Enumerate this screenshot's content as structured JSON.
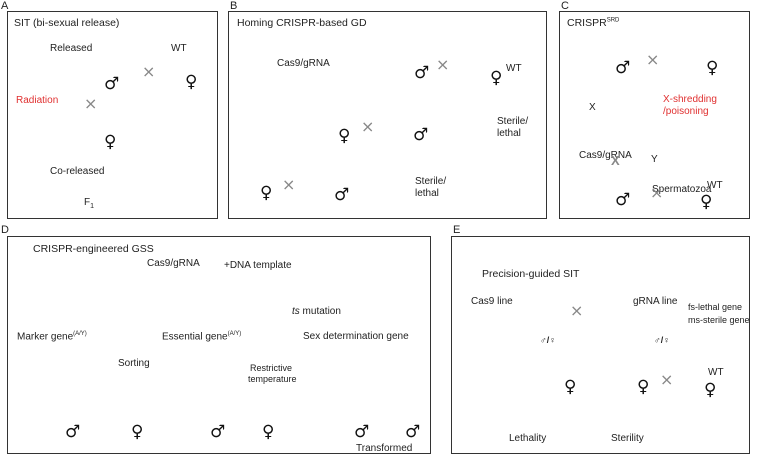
{
  "colors": {
    "red_fly": "#e63333",
    "yellow_fly": "#f2ef3a",
    "green_fly": "#6fc25a",
    "pale_fly": "#dde7f2",
    "orange_fly": "#f0a020",
    "accent_red": "#e03030"
  },
  "panels": {
    "A": {
      "letter": "A",
      "title": "SIT (bi-sexual release)",
      "released": "Released",
      "wt": "WT",
      "radiation": "Radiation",
      "co_released": "Co-released",
      "f1": "F",
      "f1_sub": "1"
    },
    "B": {
      "letter": "B",
      "title": "Homing CRISPR-based GD",
      "cas9": "Cas9/gRNA",
      "wt": "WT",
      "sterile1": "Sterile/",
      "lethal1": "lethal",
      "sterile2": "Sterile/",
      "lethal2": "lethal"
    },
    "C": {
      "letter": "C",
      "title": "CRISPR",
      "title_sup": "SRD",
      "xshred1": "X-shredding",
      "xshred2": "/poisoning",
      "x": "X",
      "cas9": "Cas9/gRNA",
      "xbig": "X",
      "y": "Y",
      "spermatozoa": "Spermatozoa",
      "wt": "WT"
    },
    "D": {
      "letter": "D",
      "title": "CRISPR-engineered GSS",
      "cas9": "Cas9/gRNA",
      "dna": "+DNA template",
      "ts": "ts",
      "ts_rest": " mutation",
      "marker": "Marker gene",
      "marker_sup": "(A/Y)",
      "essential": "Essential gene",
      "essential_sup": "(A/Y)",
      "sexdet": "Sex determination gene",
      "sorting": "Sorting",
      "restrictive1": "Restrictive",
      "restrictive2": "temperature",
      "transformed": "Transformed"
    },
    "E": {
      "letter": "E",
      "title": "Precision-guided SIT",
      "cas9line": "Cas9 line",
      "grnaline": "gRNA line",
      "fs": "fs-lethal gene",
      "ms": "ms-sterile gene",
      "wt": "WT",
      "lethality": "Lethality",
      "sterility": "Sterility"
    }
  },
  "symbols": {
    "male": "♂",
    "female": "♀",
    "cross": "×",
    "male_female": "♂/♀"
  }
}
